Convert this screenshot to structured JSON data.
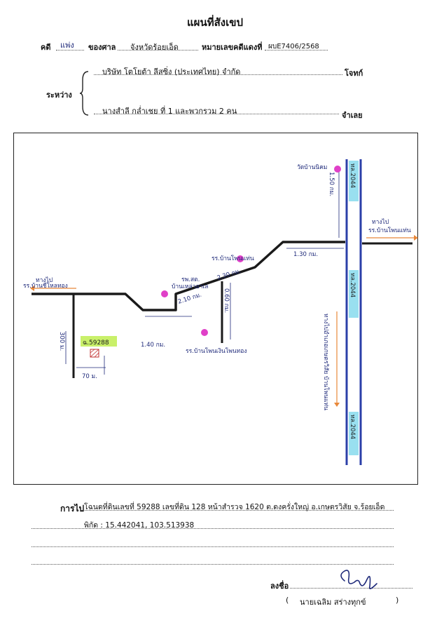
{
  "header": {
    "title": "แผนที่สังเขป",
    "case_label": "คดี",
    "case_type": "แพ่ง",
    "court_label": "ของศาล",
    "court": "จังหวัดร้อยเอ็ด",
    "red_number_label": "หมายเลขคดีแดงที่",
    "red_number": "ผบE7406/2568"
  },
  "parties": {
    "between_label": "ระหว่าง",
    "plaintiff": "บริษัท โตโยต้า ลีสซิ่ง (ประเทศไทย) จำกัด",
    "plaintiff_role": "โจทก์",
    "defendant": "นางสำลี กล่ำเชย ที่ 1 และพวกรวม 2 คน",
    "defendant_role": "จำเลย"
  },
  "map": {
    "temple": "วัดบ้านนิคม",
    "highway_top": "ทล.2044",
    "highway_mid": "ทล.2044",
    "highway_bottom": "ทล.2044",
    "dist_top_vertical": "1.50 กม.",
    "to_right_line1": "ทางไป",
    "to_right_line2": "รร.บ้านโพนแท่น",
    "school_pho_thaen": "รร.บ้านโพนแท่น",
    "dist_top_road": "1.30 กม.",
    "dist_diag": "2.30 กม.",
    "dist_branch": "0.60 กม.",
    "hospital_line1": "รพ.สต.",
    "hospital_line2": "บ้านเหล่าอาเล",
    "dist_short": "2.10 กม.",
    "school_bottom": "รร.บ้านโพนเงินโพนทอง",
    "dist_bottom": "1.40 กม.",
    "to_left_line1": "ทางไป",
    "to_left_line2": "รร.บ้านชีโหลทอง",
    "dist_left": "300 ม.",
    "parcel_number": "ฉ.59288",
    "dist_parcel": "70 ม.",
    "to_village": "ทางไปอำเภอเกษตรวิสัย บ้านโพนแท่น"
  },
  "footer": {
    "directions_label": "การไป",
    "directions": "โฉนดที่ดินเลขที่ 59288 เลขที่ดิน 128 หน้าสำรวจ 1620 ต.ดงครั่งใหญ่ อ.เกษตรวิสัย จ.ร้อยเอ็ด",
    "coordinates": "พิกัด : 15.442041, 103.513938",
    "sign_label": "ลงชื่อ",
    "signer": "นายเฉลิม สร่างทุกข์",
    "paren_open": "(",
    "paren_close": ")"
  },
  "colors": {
    "road": "#1a1a1a",
    "highway": "#2b3fa8",
    "accent_cyan": "#7fd8ec",
    "marker": "#e040c8",
    "parcel_fill": "#c9f06a",
    "arrow": "#e8883a",
    "handwriting": "#1f2a7a"
  }
}
